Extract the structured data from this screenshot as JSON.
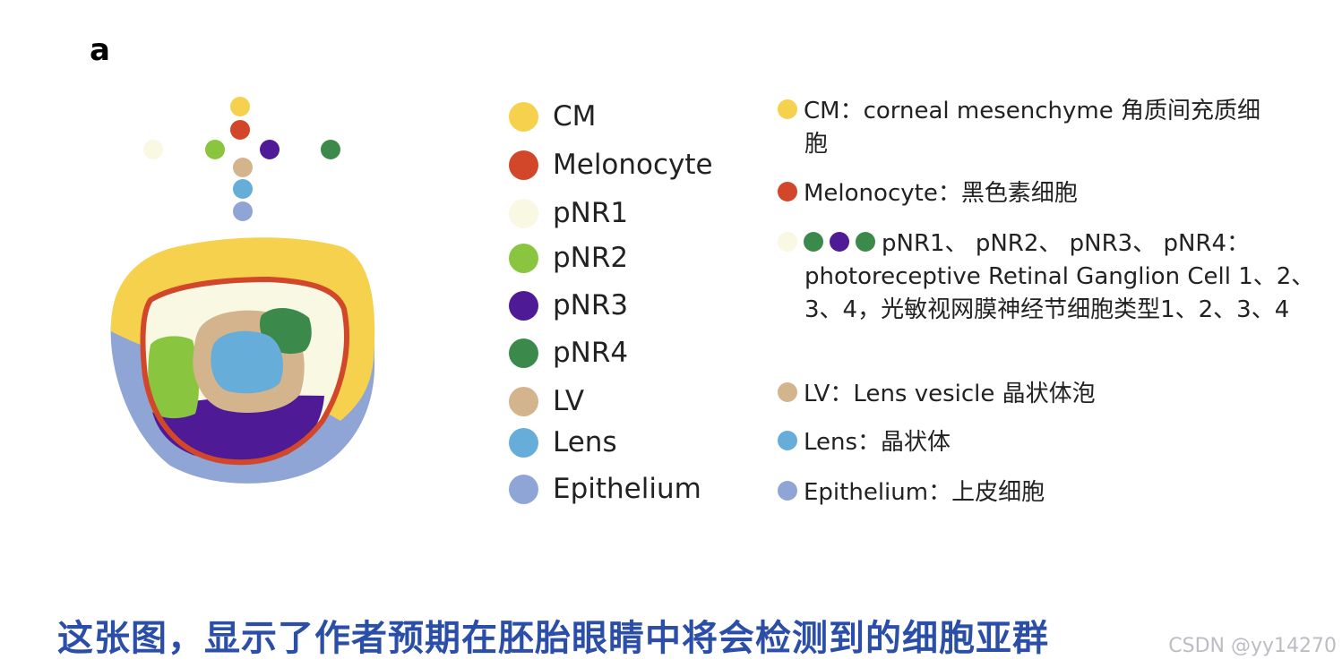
{
  "panel_letter": "a",
  "colors": {
    "CM": "#f5d14d",
    "Melonocyte": "#d2472a",
    "pNR1": "#f8f8e3",
    "pNR2": "#8ac53f",
    "pNR3": "#4e1a95",
    "pNR4": "#3b8a4c",
    "LV": "#d4b48c",
    "Lens": "#66add9",
    "Epithelium": "#8fa5d5"
  },
  "legend": [
    {
      "label": "CM",
      "color": "#f5d14d"
    },
    {
      "label": "Melonocyte",
      "color": "#d2472a"
    },
    {
      "label": "pNR1",
      "color": "#f8f8e3"
    },
    {
      "label": "pNR2",
      "color": "#8ac53f"
    },
    {
      "label": "pNR3",
      "color": "#4e1a95"
    },
    {
      "label": "pNR4",
      "color": "#3b8a4c"
    },
    {
      "label": "LV",
      "color": "#d4b48c"
    },
    {
      "label": "Lens",
      "color": "#66add9"
    },
    {
      "label": "Epithelium",
      "color": "#8fa5d5"
    }
  ],
  "notes": [
    {
      "dots": [
        "#f5d14d"
      ],
      "first": "CM：corneal mesenchyme 角质间充质细",
      "rest": "胞"
    },
    {
      "dots": [
        "#d2472a"
      ],
      "first": "Melonocyte：黑色素细胞",
      "rest": ""
    },
    {
      "dots": [
        "#f8f8e3",
        "#3b8a4c",
        "#4e1a95",
        "#3b8a4c"
      ],
      "first": "pNR1、 pNR2、 pNR3、 pNR4：",
      "rest": "photoreceptive Retinal Ganglion Cell 1、2、3、4，光敏视网膜神经节细胞类型1、2、3、4"
    },
    {
      "dots": [
        "#d4b48c"
      ],
      "first": "LV：Lens vesicle 晶状体泡",
      "rest": ""
    },
    {
      "dots": [
        "#66add9"
      ],
      "first": "Lens：晶状体",
      "rest": ""
    },
    {
      "dots": [
        "#8fa5d5"
      ],
      "first": "Epithelium：上皮细胞",
      "rest": ""
    }
  ],
  "caption": "这张图，显示了作者预期在胚胎眼睛中将会检测到的细胞亚群",
  "watermark": "CSDN @yy14270"
}
